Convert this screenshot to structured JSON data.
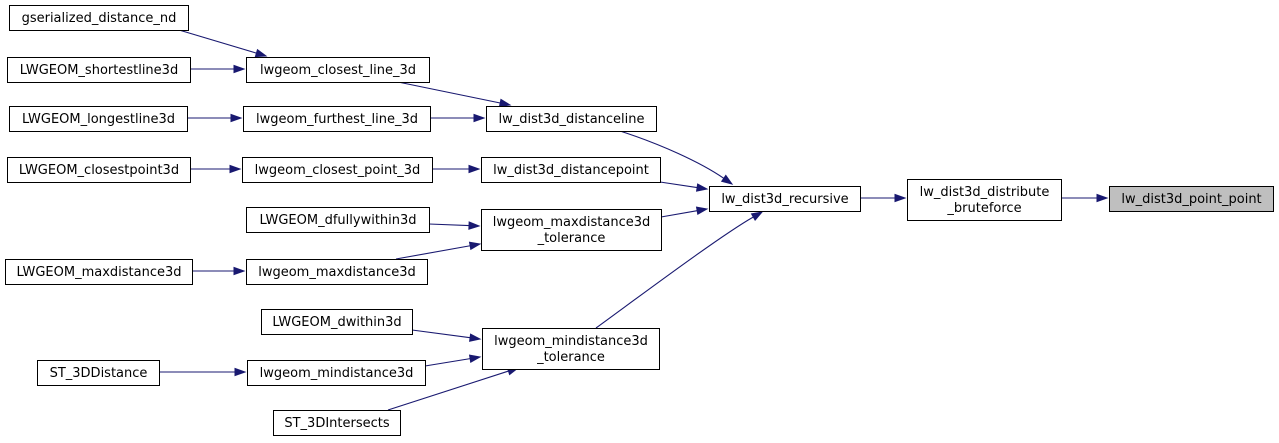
{
  "graph": {
    "nodes": {
      "gserialized_distance_nd": {
        "lines": [
          "gserialized_distance_nd"
        ]
      },
      "LWGEOM_shortestline3d": {
        "lines": [
          "LWGEOM_shortestline3d"
        ]
      },
      "lwgeom_closest_line_3d": {
        "lines": [
          "lwgeom_closest_line_3d"
        ]
      },
      "LWGEOM_longestline3d": {
        "lines": [
          "LWGEOM_longestline3d"
        ]
      },
      "lwgeom_furthest_line_3d": {
        "lines": [
          "lwgeom_furthest_line_3d"
        ]
      },
      "lw_dist3d_distanceline": {
        "lines": [
          "lw_dist3d_distanceline"
        ]
      },
      "LWGEOM_closestpoint3d": {
        "lines": [
          "LWGEOM_closestpoint3d"
        ]
      },
      "lwgeom_closest_point_3d": {
        "lines": [
          "lwgeom_closest_point_3d"
        ]
      },
      "lw_dist3d_distancepoint": {
        "lines": [
          "lw_dist3d_distancepoint"
        ]
      },
      "lw_dist3d_recursive": {
        "lines": [
          "lw_dist3d_recursive"
        ]
      },
      "lw_dist3d_distribute_bruteforce": {
        "lines": [
          "lw_dist3d_distribute",
          "_bruteforce"
        ]
      },
      "lw_dist3d_point_point": {
        "lines": [
          "lw_dist3d_point_point"
        ]
      },
      "LWGEOM_dfullywithin3d": {
        "lines": [
          "LWGEOM_dfullywithin3d"
        ]
      },
      "lwgeom_maxdistance3d_tolerance": {
        "lines": [
          "lwgeom_maxdistance3d",
          "_tolerance"
        ]
      },
      "LWGEOM_maxdistance3d": {
        "lines": [
          "LWGEOM_maxdistance3d"
        ]
      },
      "lwgeom_maxdistance3d": {
        "lines": [
          "lwgeom_maxdistance3d"
        ]
      },
      "LWGEOM_dwithin3d": {
        "lines": [
          "LWGEOM_dwithin3d"
        ]
      },
      "lwgeom_mindistance3d_tolerance": {
        "lines": [
          "lwgeom_mindistance3d",
          "_tolerance"
        ]
      },
      "ST_3DDistance": {
        "lines": [
          "ST_3DDistance"
        ]
      },
      "lwgeom_mindistance3d": {
        "lines": [
          "lwgeom_mindistance3d"
        ]
      },
      "ST_3DIntersects": {
        "lines": [
          "ST_3DIntersects"
        ]
      }
    },
    "edges": [
      [
        "gserialized_distance_nd",
        "lwgeom_closest_line_3d"
      ],
      [
        "LWGEOM_shortestline3d",
        "lwgeom_closest_line_3d"
      ],
      [
        "lwgeom_closest_line_3d",
        "lw_dist3d_distanceline"
      ],
      [
        "LWGEOM_longestline3d",
        "lwgeom_furthest_line_3d"
      ],
      [
        "lwgeom_furthest_line_3d",
        "lw_dist3d_distanceline"
      ],
      [
        "lw_dist3d_distanceline",
        "lw_dist3d_recursive"
      ],
      [
        "LWGEOM_closestpoint3d",
        "lwgeom_closest_point_3d"
      ],
      [
        "lwgeom_closest_point_3d",
        "lw_dist3d_distancepoint"
      ],
      [
        "lw_dist3d_distancepoint",
        "lw_dist3d_recursive"
      ],
      [
        "lwgeom_maxdistance3d_tolerance",
        "lw_dist3d_recursive"
      ],
      [
        "lwgeom_mindistance3d_tolerance",
        "lw_dist3d_recursive"
      ],
      [
        "lw_dist3d_recursive",
        "lw_dist3d_distribute_bruteforce"
      ],
      [
        "lw_dist3d_distribute_bruteforce",
        "lw_dist3d_point_point"
      ],
      [
        "LWGEOM_dfullywithin3d",
        "lwgeom_maxdistance3d_tolerance"
      ],
      [
        "LWGEOM_maxdistance3d",
        "lwgeom_maxdistance3d"
      ],
      [
        "lwgeom_maxdistance3d",
        "lwgeom_maxdistance3d_tolerance"
      ],
      [
        "LWGEOM_dwithin3d",
        "lwgeom_mindistance3d_tolerance"
      ],
      [
        "ST_3DDistance",
        "lwgeom_mindistance3d"
      ],
      [
        "lwgeom_mindistance3d",
        "lwgeom_mindistance3d_tolerance"
      ],
      [
        "ST_3DIntersects",
        "lwgeom_mindistance3d_tolerance"
      ]
    ],
    "highlighted_node": "lw_dist3d_point_point",
    "colors": {
      "edge": "#191970",
      "highlight_fill": "#bfbfbf",
      "box_stroke": "#000000"
    }
  }
}
